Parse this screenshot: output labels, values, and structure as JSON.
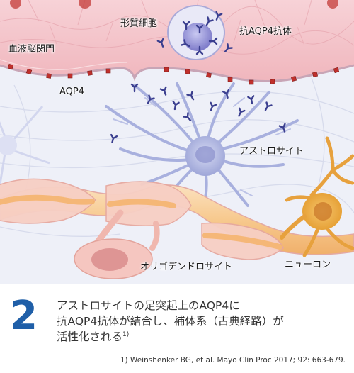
{
  "labels": {
    "plasma_cell": "形質細胞",
    "anti_aqp4": "抗AQP4抗体",
    "bbb": "血液脳関門",
    "aqp4": "AQP4",
    "astrocyte": "アストロサイト",
    "oligodendrocyte": "オリゴデンドロサイト",
    "neuron": "ニューロン"
  },
  "step": {
    "number": "2",
    "line1": "アストロサイトの足突起上のAQP4に",
    "line2": "抗AQP4抗体が結合し、補体系（古典経路）が",
    "line3": "活性化される",
    "ref_mark": "1)"
  },
  "reference": "1) Weinshenker BG, et al. Mayo Clin Proc 2017; 92: 663-679.",
  "colors": {
    "vessel_pink": "#f4c9cf",
    "tissue_bg": "#eef0f8",
    "astrocyte": "#b7bde3",
    "antibody": "#3b3f8f",
    "aqp4_marker": "#c0302c",
    "oligodendrocyte": "#f3b98a",
    "neuron": "#f1b14c",
    "step_number": "#1f5fa8"
  }
}
